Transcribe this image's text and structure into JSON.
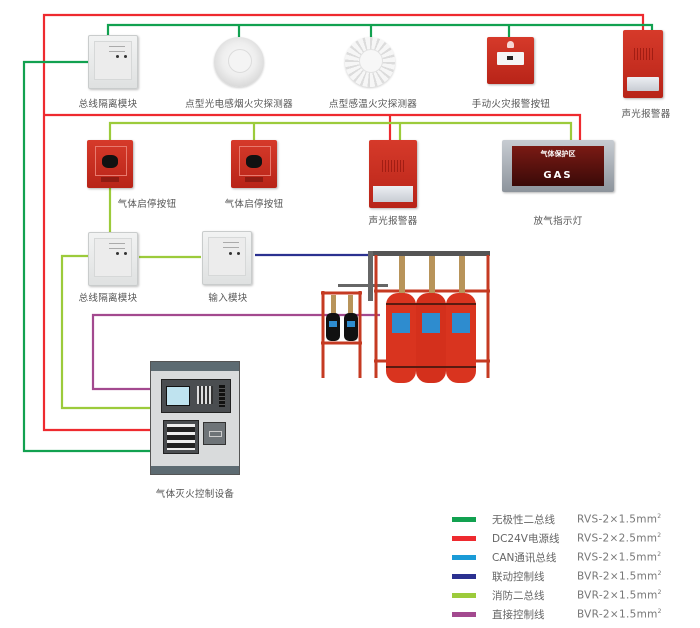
{
  "devices": {
    "bus_isolator_top": {
      "label": "总线隔离模块",
      "icon": "bus-isolator-module"
    },
    "photo_smoke_detector": {
      "label": "点型光电感烟火灾探测器",
      "icon": "smoke-detector"
    },
    "heat_detector": {
      "label": "点型感温火灾探测器",
      "icon": "heat-detector"
    },
    "manual_alarm_button": {
      "label": "手动火灾报警按钮",
      "icon": "manual-call-point"
    },
    "sound_light_alarm_top": {
      "label": "声光报警器",
      "icon": "sounder-strobe"
    },
    "gas_start_stop_1": {
      "label": "气体启停按钮",
      "icon": "gas-start-stop-button"
    },
    "gas_start_stop_2": {
      "label": "气体启停按钮",
      "icon": "gas-start-stop-button"
    },
    "sound_light_alarm_mid": {
      "label": "声光报警器",
      "icon": "sounder-strobe"
    },
    "gas_release_light": {
      "label": "放气指示灯",
      "icon": "gas-release-indicator",
      "sign_title": "气体保护区",
      "sign_text": "GAS"
    },
    "bus_isolator_mid": {
      "label": "总线隔离模块",
      "icon": "bus-isolator-module"
    },
    "input_module": {
      "label": "输入模块",
      "icon": "input-module"
    },
    "gas_cylinder_rack": {
      "label": "",
      "icon": "gas-cylinder-rack"
    },
    "control_panel": {
      "label": "气体灭火控制设备",
      "icon": "gas-extinguishing-controller"
    }
  },
  "colors": {
    "green": "#12a150",
    "red": "#ee2a2f",
    "cyan": "#1a9bd7",
    "navy": "#2b3190",
    "lime": "#9ccb3b",
    "purple": "#a3498f"
  },
  "legend": [
    {
      "name": "无极性二总线",
      "spec": "RVS-2×1.5mm",
      "sup": "2",
      "color": "#12a150"
    },
    {
      "name": "DC24V电源线",
      "spec": "RVS-2×2.5mm",
      "sup": "2",
      "color": "#ee2a2f"
    },
    {
      "name": "CAN通讯总线",
      "spec": "RVS-2×1.5mm",
      "sup": "2",
      "color": "#1a9bd7"
    },
    {
      "name": "联动控制线",
      "spec": "BVR-2×1.5mm",
      "sup": "2",
      "color": "#2b3190"
    },
    {
      "name": "消防二总线",
      "spec": "BVR-2×1.5mm",
      "sup": "2",
      "color": "#9ccb3b"
    },
    {
      "name": "直接控制线",
      "spec": "BVR-2×1.5mm",
      "sup": "2",
      "color": "#a3498f"
    }
  ]
}
